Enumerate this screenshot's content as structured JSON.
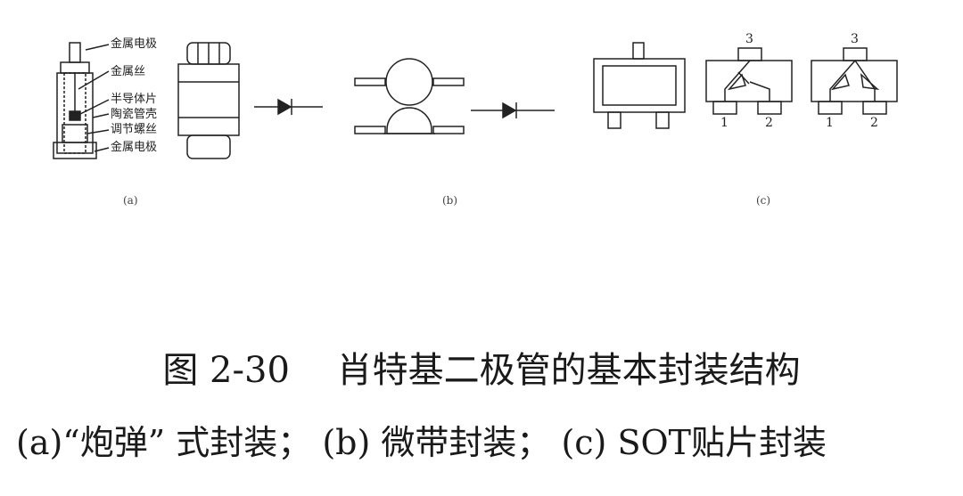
{
  "panel_a": {
    "labels": [
      "金属电极",
      "金属丝",
      "半导体片",
      "陶瓷管壳",
      "调节螺丝",
      "金属电极"
    ],
    "sublabel": "(a)"
  },
  "panel_b": {
    "sublabel": "(b)"
  },
  "panel_c": {
    "sublabel": "(c)",
    "pins_mid": [
      "3",
      "1",
      "2"
    ],
    "pins_right": [
      "3",
      "1",
      "2"
    ]
  },
  "caption": {
    "title": "图 2-30　 肖特基二极管的基本封装结构",
    "subtitle": "(a)“炮弹” 式封装； (b) 微带封装； (c) SOT贴片封装"
  }
}
